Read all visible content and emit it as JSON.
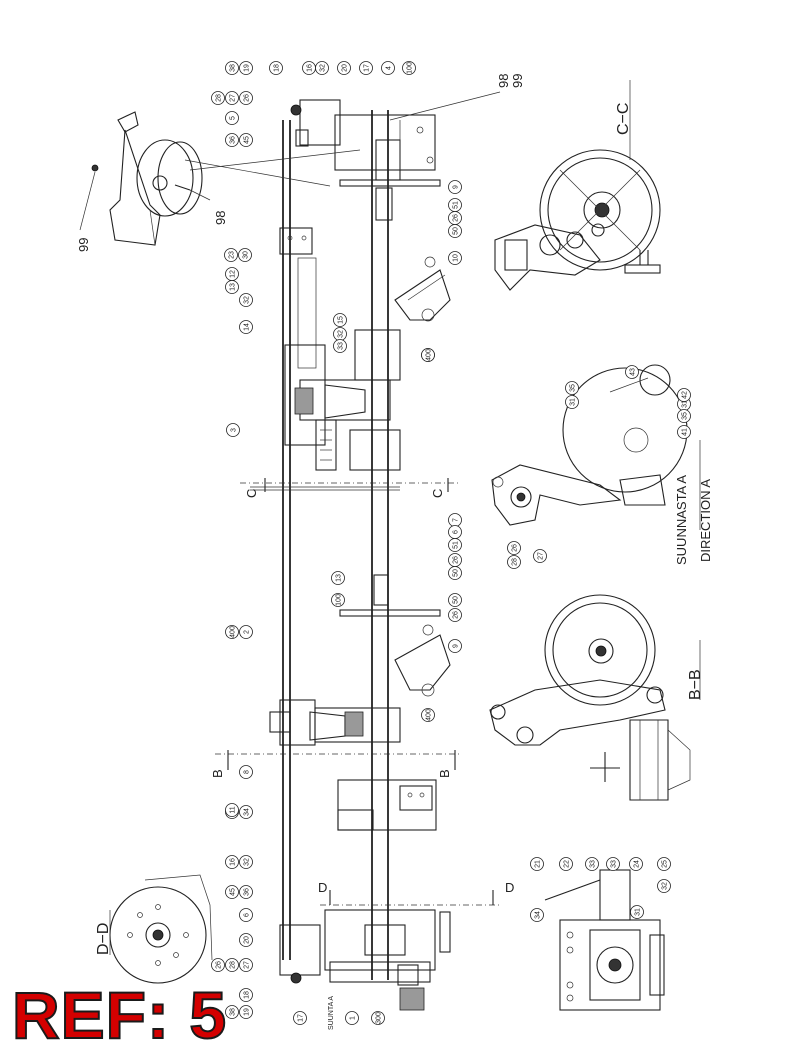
{
  "labels": {
    "ref": "REF: 5",
    "section_cc": "C−C",
    "section_bb": "B−B",
    "section_dd": "D−D",
    "suunnasta": "SUUNNASTA  A",
    "direction": "DIRECTION A",
    "suunta_small": "SUUNTA A",
    "big98_top": "98",
    "big99_top": "99",
    "big98_left": "98",
    "big99_left": "99",
    "mark_c": "C",
    "mark_b": "B",
    "mark_d": "D"
  },
  "callouts": [
    "38",
    "19",
    "18",
    "16",
    "32",
    "20",
    "17",
    "4",
    "100",
    "28",
    "27",
    "26",
    "5",
    "36",
    "45",
    "9",
    "51",
    "26",
    "50",
    "10",
    "23",
    "30",
    "12",
    "13",
    "32",
    "14",
    "15",
    "32",
    "33",
    "400",
    "400",
    "3",
    "7",
    "6",
    "51",
    "26",
    "50",
    "13",
    "100",
    "50",
    "26",
    "9",
    "400",
    "400",
    "2",
    "8",
    "31",
    "34",
    "11",
    "16",
    "32",
    "45",
    "36",
    "6",
    "20",
    "26",
    "28",
    "27",
    "18",
    "19",
    "38",
    "17",
    "1",
    "300",
    "35",
    "31",
    "43",
    "41",
    "31",
    "35",
    "42",
    "28",
    "26",
    "27",
    "21",
    "22",
    "33",
    "33",
    "24",
    "25",
    "32",
    "34",
    "31"
  ],
  "colors": {
    "ink": "#222222",
    "ref_red": "#d40000"
  }
}
